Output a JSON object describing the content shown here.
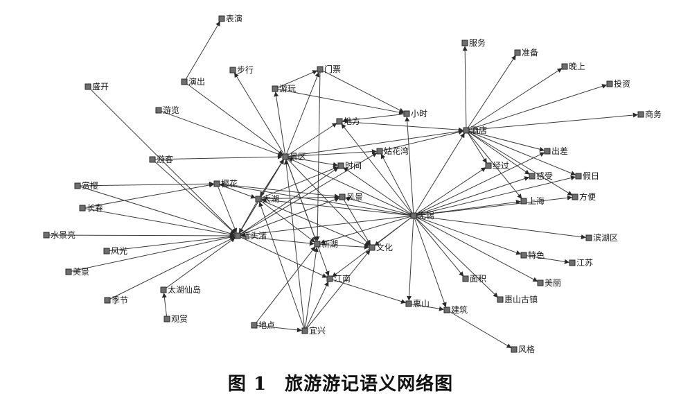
{
  "figure": {
    "number": "图 1",
    "title": "旅游游记语义网络图",
    "colors": {
      "edge": "#3a3a3a",
      "node": "#6e6e6e",
      "text": "#1a1a1a"
    }
  },
  "nodes": [
    {
      "id": "biaoyan",
      "label": "表演"
    },
    {
      "id": "fuwu",
      "label": "服务"
    },
    {
      "id": "zhunbei",
      "label": "准备"
    },
    {
      "id": "wanshang",
      "label": "晚上"
    },
    {
      "id": "touzi",
      "label": "投资"
    },
    {
      "id": "shangwu",
      "label": "商务"
    },
    {
      "id": "buxing",
      "label": "步行"
    },
    {
      "id": "menpiao",
      "label": "门票"
    },
    {
      "id": "yanchu",
      "label": "演出"
    },
    {
      "id": "shengkai",
      "label": "盛开"
    },
    {
      "id": "youwan",
      "label": "游玩"
    },
    {
      "id": "xiaoshi",
      "label": "小时"
    },
    {
      "id": "youlan",
      "label": "游览"
    },
    {
      "id": "difang",
      "label": "地方"
    },
    {
      "id": "jiudian",
      "label": "酒店"
    },
    {
      "id": "jingqu",
      "label": "景区"
    },
    {
      "id": "guhuawan",
      "label": "姑花湾"
    },
    {
      "id": "chuchai",
      "label": "出差"
    },
    {
      "id": "youke",
      "label": "游客"
    },
    {
      "id": "shijian",
      "label": "时间"
    },
    {
      "id": "jingguo",
      "label": "经过"
    },
    {
      "id": "jiari",
      "label": "假日"
    },
    {
      "id": "shangying",
      "label": "赏樱"
    },
    {
      "id": "yinghua",
      "label": "樱花"
    },
    {
      "id": "chenggan",
      "label": "感受"
    },
    {
      "id": "taihu",
      "label": "太湖"
    },
    {
      "id": "shanghai",
      "label": "上海"
    },
    {
      "id": "fangbian",
      "label": "方便"
    },
    {
      "id": "changchun",
      "label": "长春"
    },
    {
      "id": "fengjing",
      "label": "风景"
    },
    {
      "id": "wuxi",
      "label": "无锡"
    },
    {
      "id": "shuijing",
      "label": "水景亮"
    },
    {
      "id": "yuantouzhu",
      "label": "鼋头渚"
    },
    {
      "id": "binhuqu",
      "label": "滨湖区"
    },
    {
      "id": "fengguang",
      "label": "风光"
    },
    {
      "id": "xinhu",
      "label": "新湖"
    },
    {
      "id": "wenhua",
      "label": "文化"
    },
    {
      "id": "tese",
      "label": "特色"
    },
    {
      "id": "meijing",
      "label": "美景"
    },
    {
      "id": "jiangsu",
      "label": "江苏"
    },
    {
      "id": "mianji",
      "label": "面积"
    },
    {
      "id": "jiangnan",
      "label": "江南"
    },
    {
      "id": "meili",
      "label": "美丽"
    },
    {
      "id": "jijie",
      "label": "季节"
    },
    {
      "id": "taihuxiandao",
      "label": "太湖仙岛"
    },
    {
      "id": "huishanguzhen",
      "label": "惠山古镇"
    },
    {
      "id": "huishan",
      "label": "惠山"
    },
    {
      "id": "jianzhu",
      "label": "建筑"
    },
    {
      "id": "guanshang",
      "label": "观赏"
    },
    {
      "id": "didian",
      "label": "地点"
    },
    {
      "id": "yixing",
      "label": "宜兴"
    },
    {
      "id": "fengge",
      "label": "风格"
    }
  ],
  "edges": [
    [
      "yanchu",
      "biaoyan"
    ],
    [
      "jiudian",
      "fuwu"
    ],
    [
      "jiudian",
      "zhunbei"
    ],
    [
      "jiudian",
      "wanshang"
    ],
    [
      "jiudian",
      "touzi"
    ],
    [
      "jiudian",
      "shangwu"
    ],
    [
      "jiudian",
      "chuchai"
    ],
    [
      "jiudian",
      "jiari"
    ],
    [
      "jiudian",
      "shanghai"
    ],
    [
      "jiudian",
      "fangbian"
    ],
    [
      "jiudian",
      "chenggan"
    ],
    [
      "jiudian",
      "jingguo"
    ],
    [
      "jingqu",
      "buxing"
    ],
    [
      "jingqu",
      "menpiao"
    ],
    [
      "jingqu",
      "youwan"
    ],
    [
      "jingqu",
      "difang"
    ],
    [
      "jingqu",
      "jiudian"
    ],
    [
      "jingqu",
      "guhuawan"
    ],
    [
      "jingqu",
      "shijian"
    ],
    [
      "youlan",
      "jingqu"
    ],
    [
      "youke",
      "jingqu"
    ],
    [
      "jingqu",
      "yuantouzhu"
    ],
    [
      "jingqu",
      "taihu"
    ],
    [
      "jingqu",
      "xinhu"
    ],
    [
      "jingqu",
      "wenhua"
    ],
    [
      "jingqu",
      "jiangnan"
    ],
    [
      "shengkai",
      "yuantouzhu"
    ],
    [
      "yanchu",
      "jingqu"
    ],
    [
      "youwan",
      "menpiao"
    ],
    [
      "youwan",
      "xiaoshi"
    ],
    [
      "menpiao",
      "xiaoshi"
    ],
    [
      "xiaoshi",
      "difang"
    ],
    [
      "difang",
      "jiudian"
    ],
    [
      "guhuawan",
      "jiudian"
    ],
    [
      "wuxi",
      "jiudian"
    ],
    [
      "wuxi",
      "guhuawan"
    ],
    [
      "wuxi",
      "difang"
    ],
    [
      "wuxi",
      "jingqu"
    ],
    [
      "wuxi",
      "xiaoshi"
    ],
    [
      "wuxi",
      "chuchai"
    ],
    [
      "wuxi",
      "shanghai"
    ],
    [
      "wuxi",
      "fangbian"
    ],
    [
      "wuxi",
      "jiari"
    ],
    [
      "wuxi",
      "jingguo"
    ],
    [
      "wuxi",
      "chenggan"
    ],
    [
      "wuxi",
      "binhuqu"
    ],
    [
      "wuxi",
      "tese"
    ],
    [
      "wuxi",
      "meili"
    ],
    [
      "wuxi",
      "mianji"
    ],
    [
      "wuxi",
      "huishanguzhen"
    ],
    [
      "wuxi",
      "huishan"
    ],
    [
      "wuxi",
      "jianzhu"
    ],
    [
      "wuxi",
      "wenhua"
    ],
    [
      "wuxi",
      "jiangnan"
    ],
    [
      "wuxi",
      "xinhu"
    ],
    [
      "wuxi",
      "fengjing"
    ],
    [
      "wuxi",
      "taihu"
    ],
    [
      "wuxi",
      "yinghua"
    ],
    [
      "wuxi",
      "yuantouzhu"
    ],
    [
      "wuxi",
      "shijian"
    ],
    [
      "tese",
      "jiangsu"
    ],
    [
      "huishan",
      "jianzhu"
    ],
    [
      "jianzhu",
      "fengge"
    ],
    [
      "jiangnan",
      "huishan"
    ],
    [
      "shangying",
      "yinghua"
    ],
    [
      "changchun",
      "yinghua"
    ],
    [
      "youke",
      "yuantouzhu"
    ],
    [
      "yinghua",
      "taihu"
    ],
    [
      "yinghua",
      "yuantouzhu"
    ],
    [
      "yinghua",
      "fengjing"
    ],
    [
      "taihu",
      "yuantouzhu"
    ],
    [
      "taihu",
      "fengjing"
    ],
    [
      "taihu",
      "xinhu"
    ],
    [
      "taihu",
      "shijian"
    ],
    [
      "taihu",
      "jingqu"
    ],
    [
      "taihu",
      "wenhua"
    ],
    [
      "shuijing",
      "yuantouzhu"
    ],
    [
      "fengguang",
      "yuantouzhu"
    ],
    [
      "meijing",
      "yuantouzhu"
    ],
    [
      "jijie",
      "yuantouzhu"
    ],
    [
      "taihuxiandao",
      "yuantouzhu"
    ],
    [
      "guanshang",
      "taihuxiandao"
    ],
    [
      "shangying",
      "yuantouzhu"
    ],
    [
      "changchun",
      "yuantouzhu"
    ],
    [
      "yuantouzhu",
      "xinhu"
    ],
    [
      "yuantouzhu",
      "jiangnan"
    ],
    [
      "yuantouzhu",
      "fengjing"
    ],
    [
      "yuantouzhu",
      "shijian"
    ],
    [
      "yuantouzhu",
      "guhuawan"
    ],
    [
      "yuantouzhu",
      "jingqu"
    ],
    [
      "xinhu",
      "wenhua"
    ],
    [
      "fengjing",
      "wenhua"
    ],
    [
      "didian",
      "yixing"
    ],
    [
      "didian",
      "xinhu"
    ],
    [
      "yixing",
      "xinhu"
    ],
    [
      "yixing",
      "wenhua"
    ],
    [
      "yixing",
      "jiangnan"
    ],
    [
      "yixing",
      "jingqu"
    ],
    [
      "yixing",
      "taihu"
    ],
    [
      "menpiao",
      "xinhu"
    ]
  ]
}
